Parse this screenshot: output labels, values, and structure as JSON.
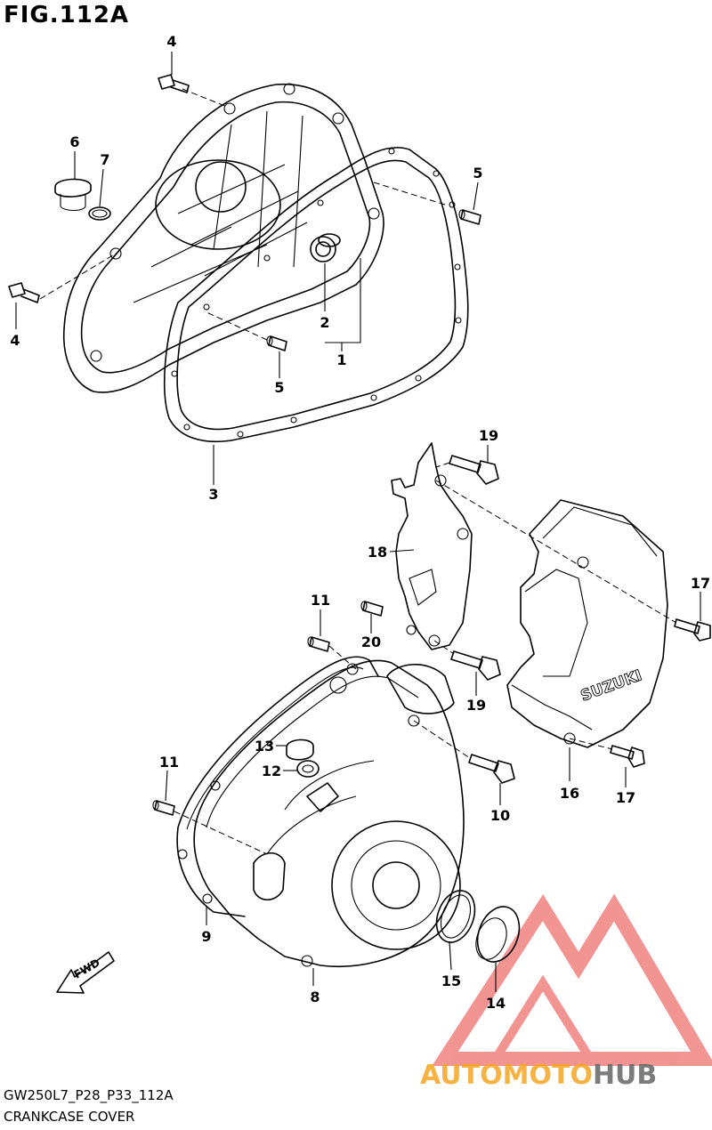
{
  "figure": {
    "title": "FIG.112A"
  },
  "footer": {
    "code": "GW250L7_P28_P33_112A",
    "name": "CRANKCASE COVER"
  },
  "callouts": [
    {
      "id": "c4a",
      "label": "4"
    },
    {
      "id": "c6",
      "label": "6"
    },
    {
      "id": "c7",
      "label": "7"
    },
    {
      "id": "c5a",
      "label": "5"
    },
    {
      "id": "c4b",
      "label": "4"
    },
    {
      "id": "c2",
      "label": "2"
    },
    {
      "id": "c1",
      "label": "1"
    },
    {
      "id": "c5b",
      "label": "5"
    },
    {
      "id": "c3",
      "label": "3"
    },
    {
      "id": "c19a",
      "label": "19"
    },
    {
      "id": "c18",
      "label": "18"
    },
    {
      "id": "c17a",
      "label": "17"
    },
    {
      "id": "c11a",
      "label": "11"
    },
    {
      "id": "c20",
      "label": "20"
    },
    {
      "id": "c19b",
      "label": "19"
    },
    {
      "id": "c13",
      "label": "13"
    },
    {
      "id": "c12",
      "label": "12"
    },
    {
      "id": "c11b",
      "label": "11"
    },
    {
      "id": "c10",
      "label": "10"
    },
    {
      "id": "c16",
      "label": "16"
    },
    {
      "id": "c17b",
      "label": "17"
    },
    {
      "id": "c9",
      "label": "9"
    },
    {
      "id": "c15",
      "label": "15"
    },
    {
      "id": "c14",
      "label": "14"
    },
    {
      "id": "c8",
      "label": "8"
    }
  ],
  "fwd_label": "FWD",
  "emblem_text": "SUZUKI",
  "watermark": {
    "part1": "AUTOMOTO",
    "part2": "HUB",
    "color_orange": "#f5a623",
    "color_red": "#e8403a",
    "color_gray": "#666666"
  }
}
